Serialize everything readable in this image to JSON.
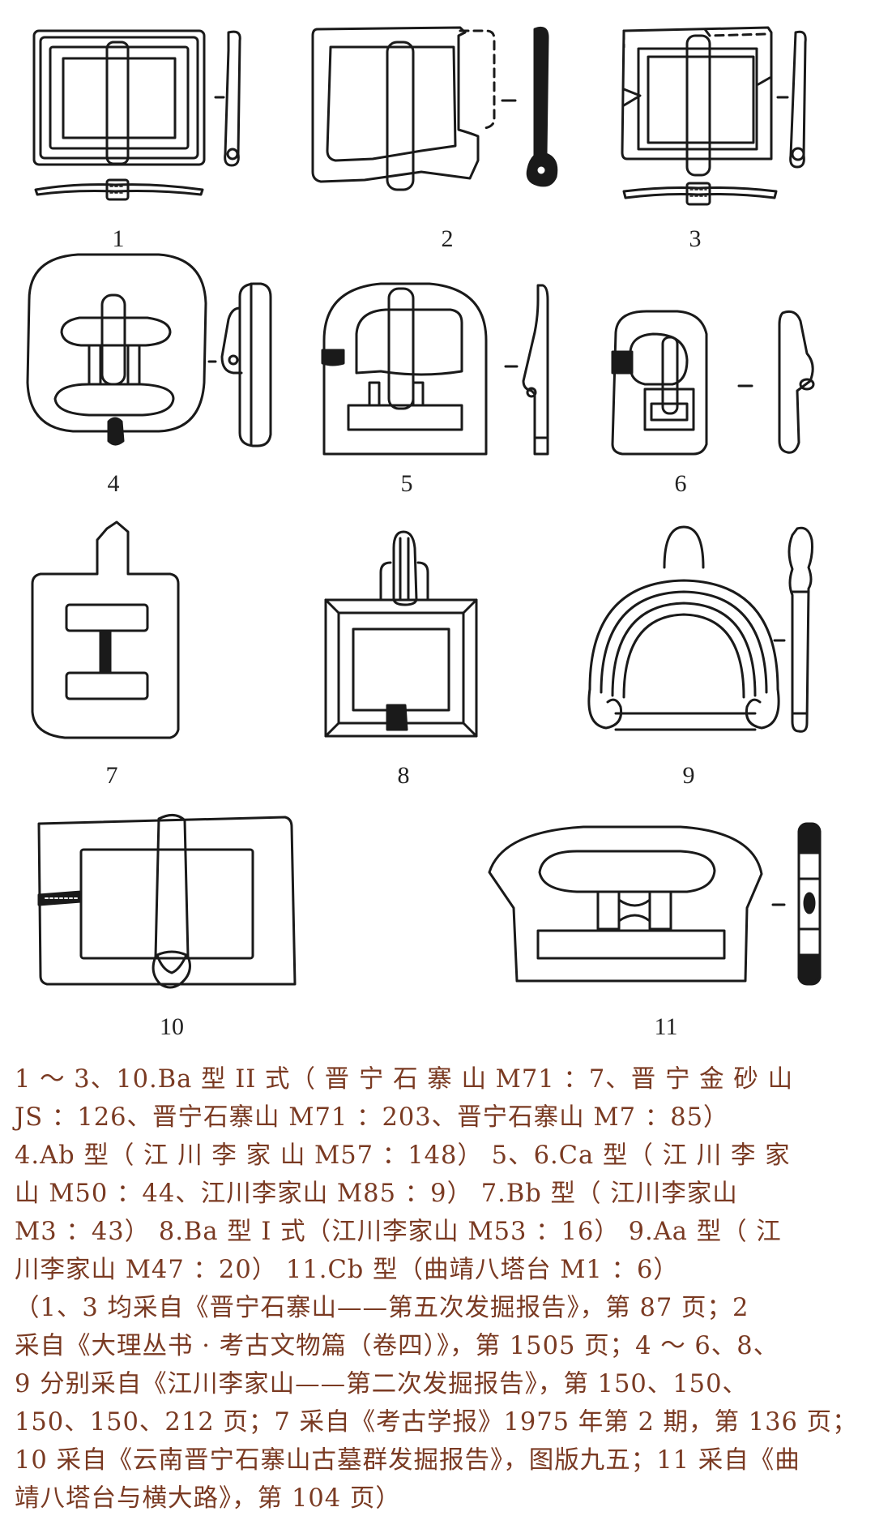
{
  "figure_numbers": [
    "1",
    "2",
    "3",
    "4",
    "5",
    "6",
    "7",
    "8",
    "9",
    "10",
    "11"
  ],
  "caption": {
    "lines": [
      "1 ～ 3、10.Ba 型 II 式（ 晋 宁 石 寨 山 M71 ：7、晋 宁 金 砂 山",
      "JS ：126、晋宁石寨山 M71 ：203、晋宁石寨山 M7 ：85）",
      "4.Ab 型（ 江 川 李 家 山 M57 ：148）  5、6.Ca 型（ 江 川 李 家",
      "山 M50 ：44、江川李家山 M85 ：9）  7.Bb 型（ 江川李家山",
      "M3 ：43）  8.Ba 型 I 式（江川李家山 M53 ：16）  9.Aa 型（ 江",
      "川李家山 M47 ：20）  11.Cb 型（曲靖八塔台 M1 ：6）",
      "（1、3 均采自《晋宁石寨山——第五次发掘报告》，第 87 页；2",
      "采自《大理丛书 · 考古文物篇（卷四）》，第 1505 页；4 ～ 6、8、",
      "9 分别采自《江川李家山——第二次发掘报告》，第 150、150、",
      "150、150、212 页；7 采自《考古学报》1975 年第 2 期，第 136 页；",
      "10 采自《云南晋宁石寨山古墓群发掘报告》，图版九五；11 采自《曲",
      "靖八塔台与横大路》，第 104 页）"
    ]
  }
}
